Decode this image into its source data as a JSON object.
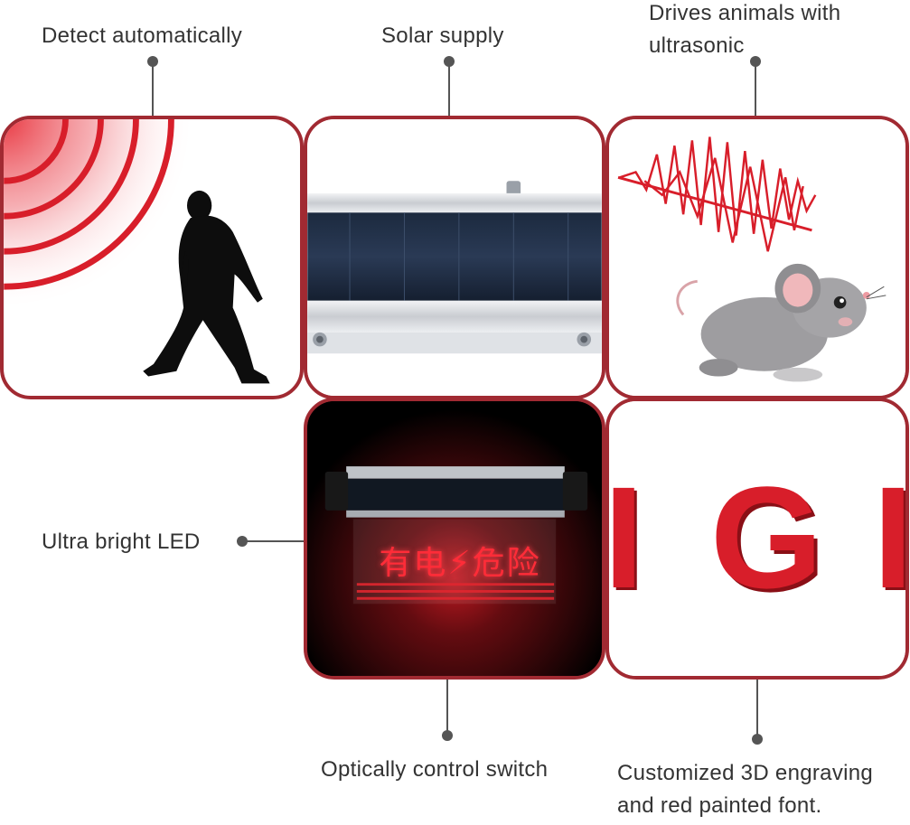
{
  "labels": {
    "detect": "Detect automatically",
    "solar": "Solar supply",
    "drives_line1": "Drives animals with",
    "drives_line2": "ultrasonic",
    "led": "Ultra bright LED",
    "optical": "Optically control switch",
    "custom_line1": "Customized 3D engraving",
    "custom_line2": "and red painted font."
  },
  "sign": {
    "chinese_text": "有电⚡危险"
  },
  "engraving": {
    "letters": [
      "I",
      "G",
      "I"
    ]
  },
  "colors": {
    "border": "#a12a32",
    "accent_red": "#d81e2a",
    "connector": "#555555"
  },
  "icons": {
    "detect": "walking-person-icon",
    "solar": "solar-panel-icon",
    "drives": "mouse-icon",
    "led": "led-sign-icon",
    "custom": "engraved-letters-icon"
  }
}
